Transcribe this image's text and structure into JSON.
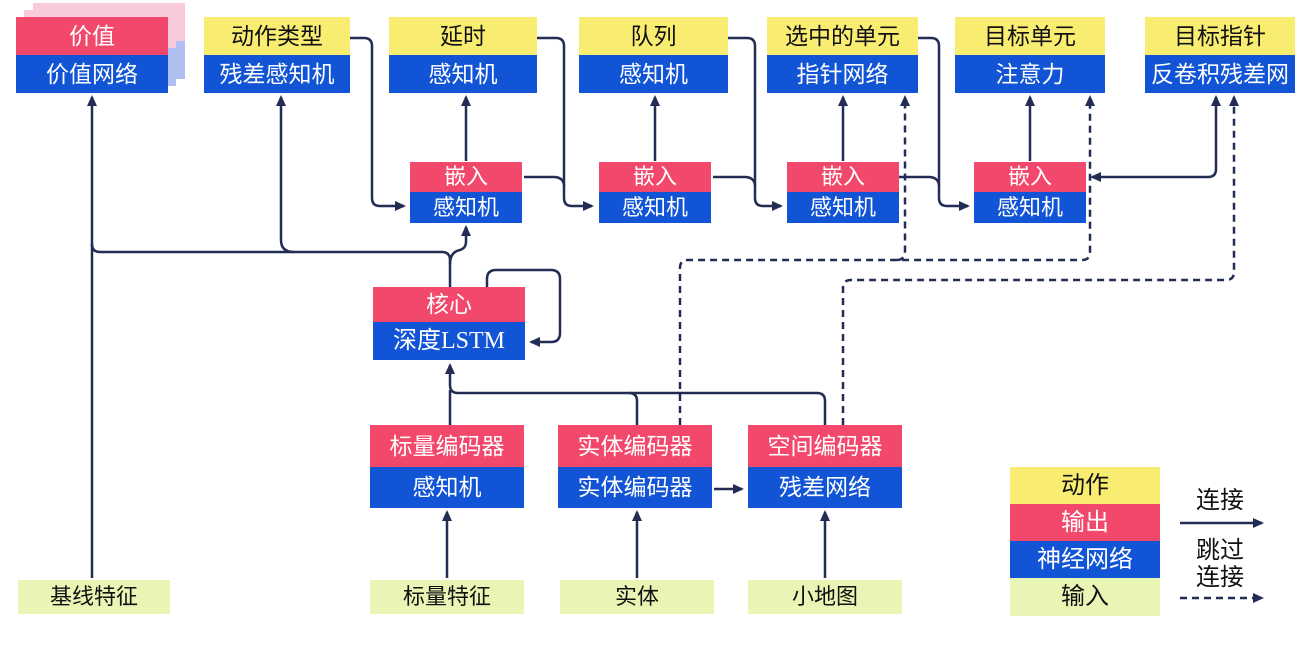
{
  "figure": {
    "title_semantics": "agent-architecture-diagram",
    "heads": [
      {
        "title": "价值",
        "network": "价值网络"
      },
      {
        "title": "动作类型",
        "network": "残差感知机"
      },
      {
        "title": "延时",
        "network": "感知机"
      },
      {
        "title": "队列",
        "network": "感知机"
      },
      {
        "title": "选中的单元",
        "network": "指针网络"
      },
      {
        "title": "目标单元",
        "network": "注意力"
      },
      {
        "title": "目标指针",
        "network": "反卷积残差网"
      }
    ],
    "embeddings": [
      {
        "title": "嵌入",
        "network": "感知机"
      },
      {
        "title": "嵌入",
        "network": "感知机"
      },
      {
        "title": "嵌入",
        "network": "感知机"
      },
      {
        "title": "嵌入",
        "network": "感知机"
      }
    ],
    "core": {
      "title": "核心",
      "network": "深度LSTM"
    },
    "encoders": [
      {
        "title": "标量编码器",
        "network": "感知机"
      },
      {
        "title": "实体编码器",
        "network": "实体编码器"
      },
      {
        "title": "空间编码器",
        "network": "残差网络"
      }
    ],
    "inputs": [
      {
        "label": "基线特征"
      },
      {
        "label": "标量特征"
      },
      {
        "label": "实体"
      },
      {
        "label": "小地图"
      }
    ],
    "legend": {
      "action": "动作",
      "output": "输出",
      "network": "神经网络",
      "input": "输入",
      "connection": "连接",
      "skip_line1": "跳过",
      "skip_line2": "连接"
    },
    "colors": {
      "action_yellow": "#F8ED71",
      "output_red": "#F2486B",
      "network_blue": "#1254D6",
      "input_green": "#E9F5B4",
      "connector_navy": "#232C55",
      "value_shadow_pink": "#F9C9DC",
      "value_shadow_lavender": "#AFBFF2"
    }
  }
}
